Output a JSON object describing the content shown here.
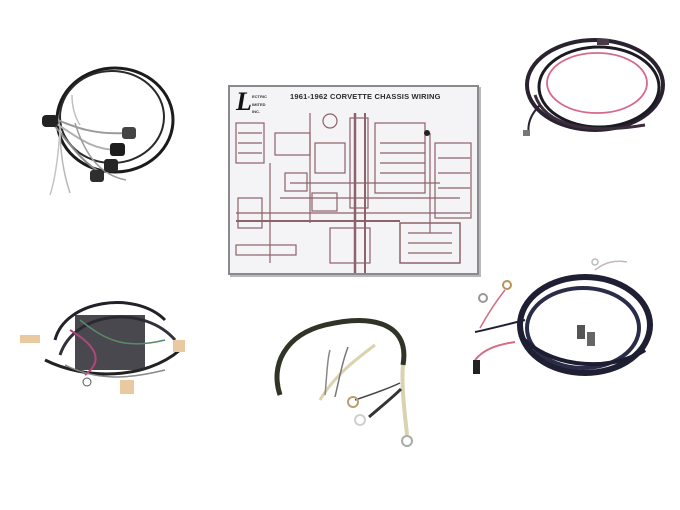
{
  "scene": {
    "description": "Product collage of 1961-1962 Corvette wiring harnesses and a chassis wiring diagram",
    "background": "#ffffff"
  },
  "poster": {
    "title": "1961-1962 CORVETTE   CHASSIS WIRING",
    "logo_letter": "L",
    "logo_lines": [
      "ECTRIC",
      "IMITED",
      "INC."
    ],
    "border_color": "#8a8a8e",
    "ink_color": "#7a4a52"
  },
  "items": [
    {
      "name": "gauge-lamp-harness",
      "position": "top-left",
      "wire_color": "#1b1b1b"
    },
    {
      "name": "chassis-wiring-diagram",
      "position": "top-center"
    },
    {
      "name": "engine-harness",
      "position": "top-right",
      "wire_color": "#2a2230",
      "accent": "#d76a8a"
    },
    {
      "name": "dash-harness",
      "position": "bottom-left",
      "wire_color": "#222028",
      "accent": "#e8c9a0"
    },
    {
      "name": "battery-cable-harness",
      "position": "bottom-center",
      "wire_color": "#2f3426",
      "accent": "#d9d3b0"
    },
    {
      "name": "rear-body-harness",
      "position": "bottom-right",
      "wire_color": "#1e1f33",
      "accent": "#d66b86"
    }
  ]
}
